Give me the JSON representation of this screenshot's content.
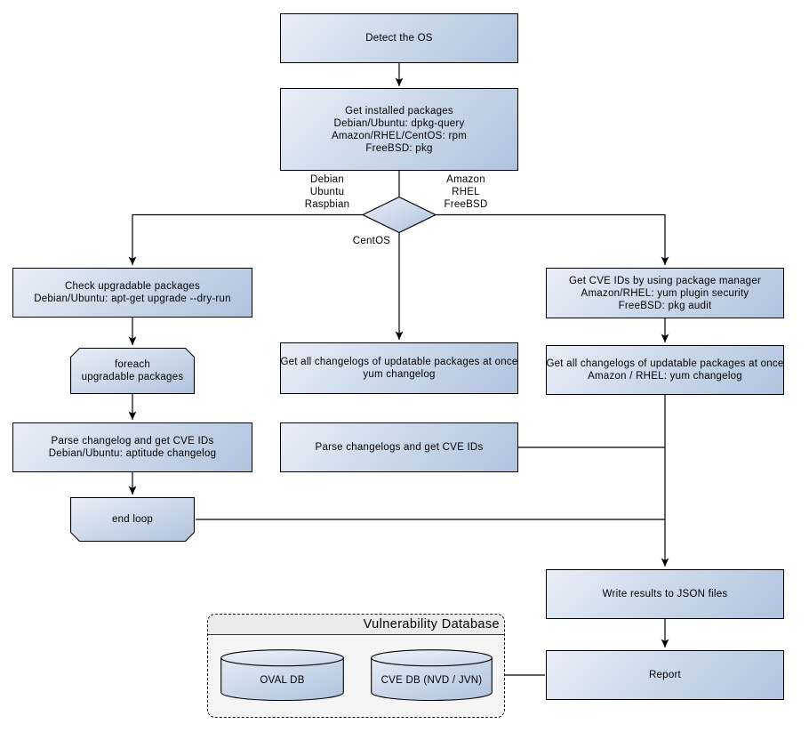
{
  "nodes": {
    "detect_os": {
      "lines": [
        "Detect the OS"
      ]
    },
    "get_installed": {
      "lines": [
        "Get installed packages",
        "Debian/Ubuntu: dpkg-query",
        "Amazon/RHEL/CentOS: rpm",
        "FreeBSD: pkg"
      ]
    },
    "check_upgradable": {
      "lines": [
        "Check upgradable packages",
        "Debian/Ubuntu: apt-get upgrade --dry-run"
      ]
    },
    "foreach_loop": {
      "lines": [
        "foreach",
        "upgradable packages"
      ]
    },
    "parse_changelog": {
      "lines": [
        "Parse changelog and get CVE IDs",
        "Debian/Ubuntu: aptitude changelog"
      ]
    },
    "end_loop": {
      "lines": [
        "end loop"
      ]
    },
    "get_changelogs_centos": {
      "lines": [
        "Get all changelogs of updatable packages at once",
        "yum changelog"
      ]
    },
    "parse_changelogs": {
      "lines": [
        "Parse changelogs and get CVE IDs"
      ]
    },
    "get_cve_ids": {
      "lines": [
        "Get CVE IDs by using package manager",
        "Amazon/RHEL: yum plugin security",
        "FreeBSD: pkg audit"
      ]
    },
    "get_changelogs_amazon": {
      "lines": [
        "Get all changelogs of updatable packages at once",
        "Amazon / RHEL: yum changelog"
      ]
    },
    "write_results": {
      "lines": [
        "Write results to JSON files"
      ]
    },
    "report": {
      "lines": [
        "Report"
      ]
    },
    "oval_db": {
      "lines": [
        "OVAL DB"
      ]
    },
    "cve_db": {
      "lines": [
        "CVE DB (NVD / JVN)"
      ]
    }
  },
  "edge_labels": {
    "left_branch": {
      "lines": [
        "Debian",
        "Ubuntu",
        "Raspbian"
      ]
    },
    "right_branch": {
      "lines": [
        "Amazon",
        "RHEL",
        "FreeBSD"
      ]
    },
    "middle_branch": {
      "lines": [
        "CentOS"
      ]
    }
  },
  "db_panel": {
    "title": "Vulnerability Database"
  },
  "colors": {
    "node_fill_light": "#e9eef7",
    "node_fill_dark": "#b0c3de",
    "stroke": "#000000",
    "panel_fill": "#f5f5f5",
    "panel_header_fill": "#ebebeb"
  }
}
